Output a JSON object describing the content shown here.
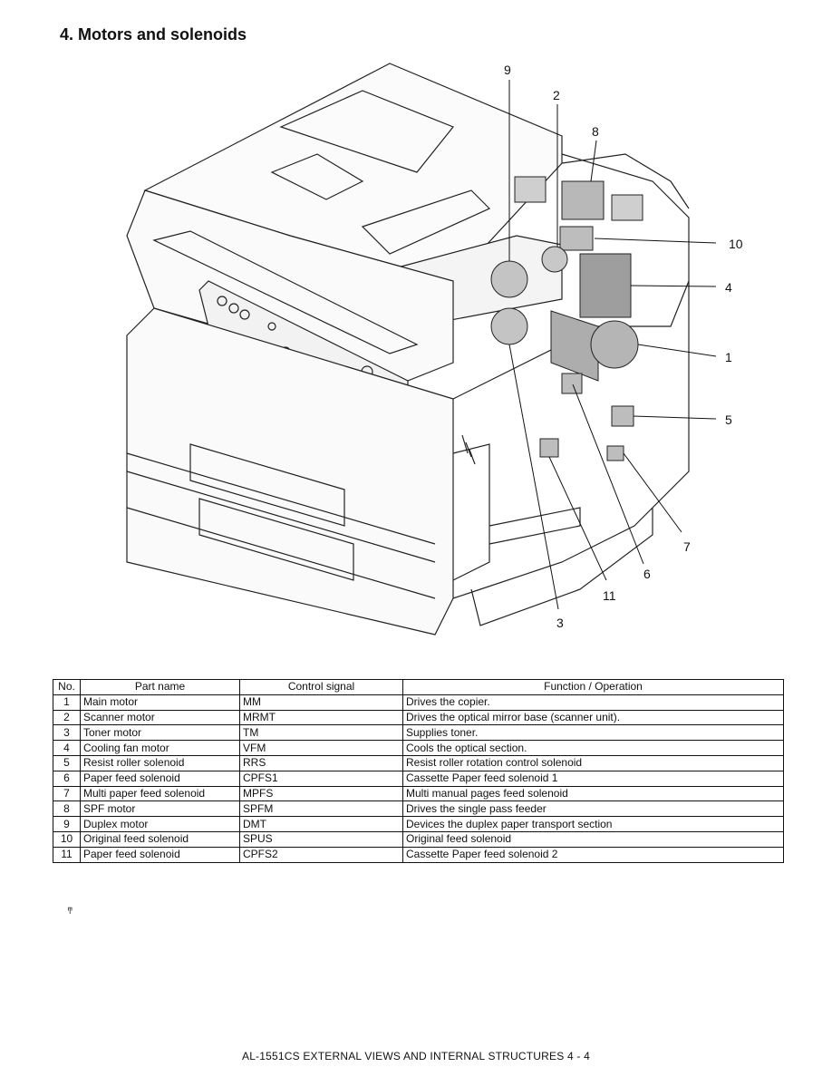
{
  "page": {
    "heading": "4. Motors and solenoids",
    "footer": "AL-1551CS EXTERNAL VIEWS AND INTERNAL STRUCTURES 4 - 4",
    "stray_mark": "ͳ"
  },
  "figure": {
    "callouts": [
      "9",
      "2",
      "8",
      "10",
      "4",
      "1",
      "5",
      "7",
      "6",
      "11",
      "3"
    ]
  },
  "table": {
    "headers": [
      "No.",
      "Part name",
      "Control signal",
      "Function / Operation"
    ],
    "rows": [
      {
        "no": "1",
        "name": "Main motor",
        "signal": "MM",
        "function": "Drives the copier."
      },
      {
        "no": "2",
        "name": "Scanner motor",
        "signal": "MRMT",
        "function": "Drives the optical mirror base (scanner unit)."
      },
      {
        "no": "3",
        "name": "Toner motor",
        "signal": "TM",
        "function": "Supplies toner."
      },
      {
        "no": "4",
        "name": "Cooling fan motor",
        "signal": "VFM",
        "function": "Cools the optical section."
      },
      {
        "no": "5",
        "name": "Resist roller solenoid",
        "signal": "RRS",
        "function": "Resist roller rotation control solenoid"
      },
      {
        "no": "6",
        "name": "Paper feed solenoid",
        "signal": "CPFS1",
        "function": "Cassette Paper feed solenoid 1"
      },
      {
        "no": "7",
        "name": "Multi paper feed solenoid",
        "signal": "MPFS",
        "function": "Multi manual pages feed solenoid"
      },
      {
        "no": "8",
        "name": "SPF motor",
        "signal": "SPFM",
        "function": "Drives the single pass feeder"
      },
      {
        "no": "9",
        "name": "Duplex motor",
        "signal": "DMT",
        "function": "Devices the duplex paper transport section"
      },
      {
        "no": "10",
        "name": "Original feed solenoid",
        "signal": "SPUS",
        "function": "Original feed solenoid"
      },
      {
        "no": "11",
        "name": "Paper feed solenoid",
        "signal": "CPFS2",
        "function": "Cassette Paper feed solenoid 2"
      }
    ]
  }
}
